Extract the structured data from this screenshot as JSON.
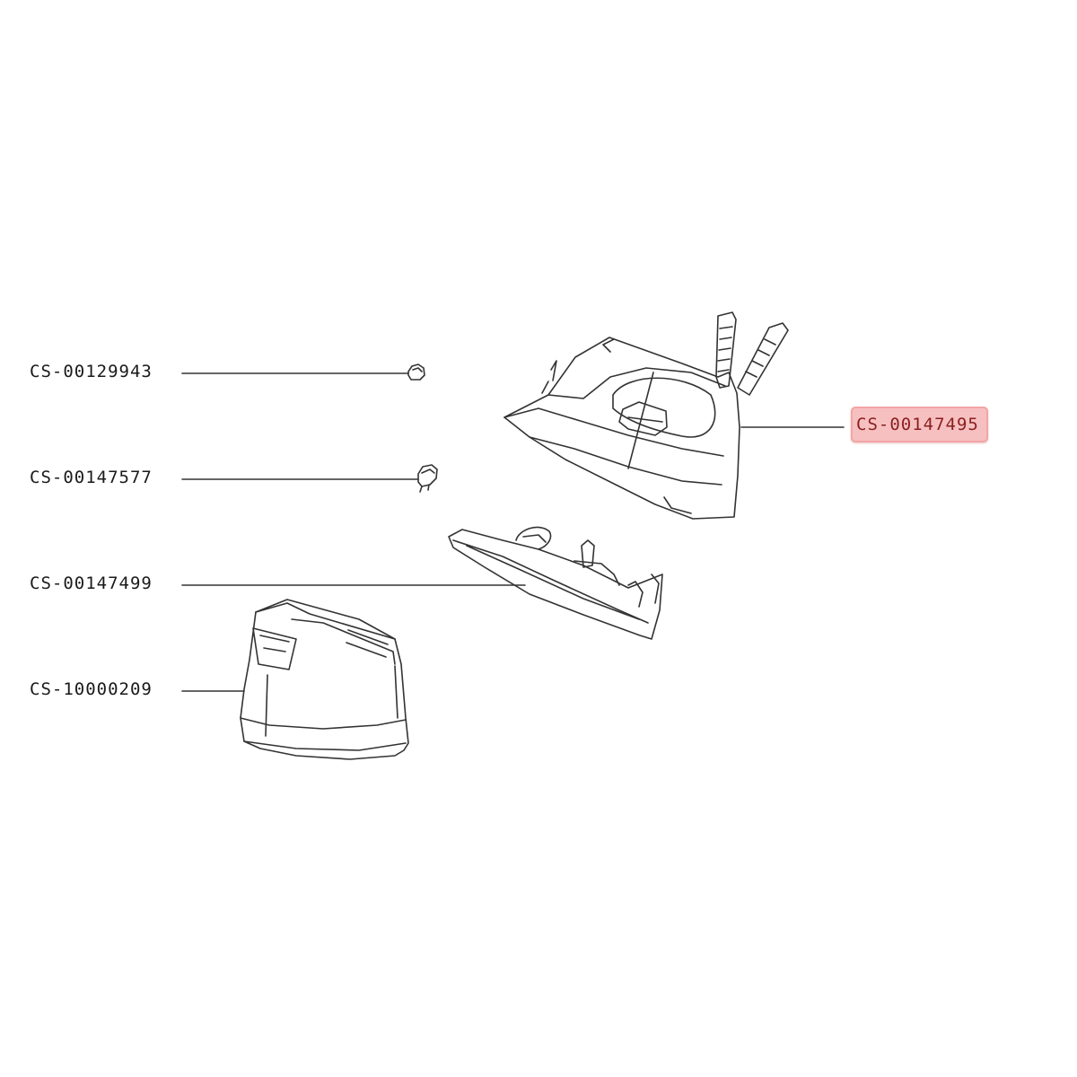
{
  "diagram": {
    "parts": [
      {
        "id": "p1",
        "label": "CS-00129943",
        "highlighted": false
      },
      {
        "id": "p2",
        "label": "CS-00147577",
        "highlighted": false
      },
      {
        "id": "p3",
        "label": "CS-00147499",
        "highlighted": false
      },
      {
        "id": "p4",
        "label": "CS-10000209",
        "highlighted": false
      },
      {
        "id": "p5",
        "label": "CS-00147495",
        "highlighted": true
      }
    ],
    "colors": {
      "line": "#333333",
      "highlight_fill": "#f7c0c0",
      "highlight_text": "#8a1f1f"
    }
  }
}
